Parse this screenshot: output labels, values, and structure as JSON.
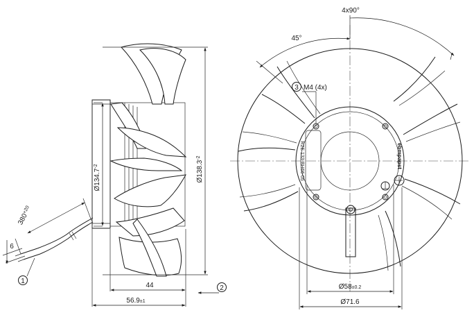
{
  "dimensions": {
    "width_44": "44",
    "depth_base": "56.9",
    "depth_tol": "±1",
    "dia_inner_base": "Ø134.7",
    "dia_inner_tol": "-2",
    "dia_outer_base": "Ø138.3",
    "dia_outer_tol": "-2",
    "cable_len_base": "380",
    "cable_len_tol": "+20",
    "strip_len": "6",
    "hub_dia_base": "Ø58",
    "hub_dia_tol": "±0.2",
    "flange_dia": "Ø71.6",
    "angle_45": "45°",
    "angle_4x90": "4x90°",
    "thread": "M4 (4x)"
  },
  "callouts": {
    "c1": "1",
    "c2": "2",
    "c3": "3"
  },
  "label_plate": {
    "brand": "ebmpapst",
    "small_text": "R2E 133-BH66-05"
  }
}
